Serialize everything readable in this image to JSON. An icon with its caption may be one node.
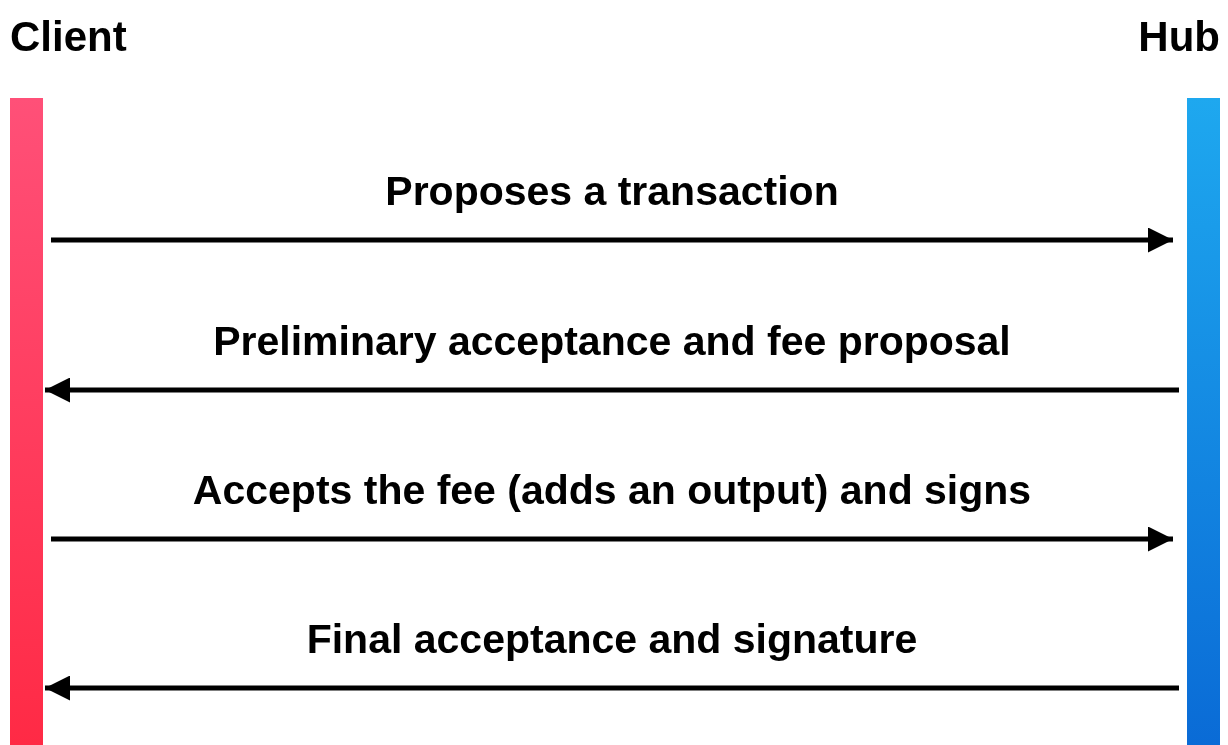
{
  "diagram": {
    "nodes": [
      {
        "text": [
          "Client"
        ]
      },
      {
        "text": [
          "Hub"
        ]
      }
    ],
    "edges": [
      {
        "from": 0,
        "to": 1,
        "arrow": "to",
        "label": "Proposes a transaction"
      },
      {
        "from": 1,
        "to": 0,
        "arrow": "to",
        "label": "Preliminary acceptance and fee proposal"
      },
      {
        "from": 0,
        "to": 1,
        "arrow": "to",
        "label": "Accepts the fee (adds an output) and signs"
      },
      {
        "from": 1,
        "to": 0,
        "arrow": "to",
        "label": "Final acceptance and signature"
      }
    ]
  }
}
